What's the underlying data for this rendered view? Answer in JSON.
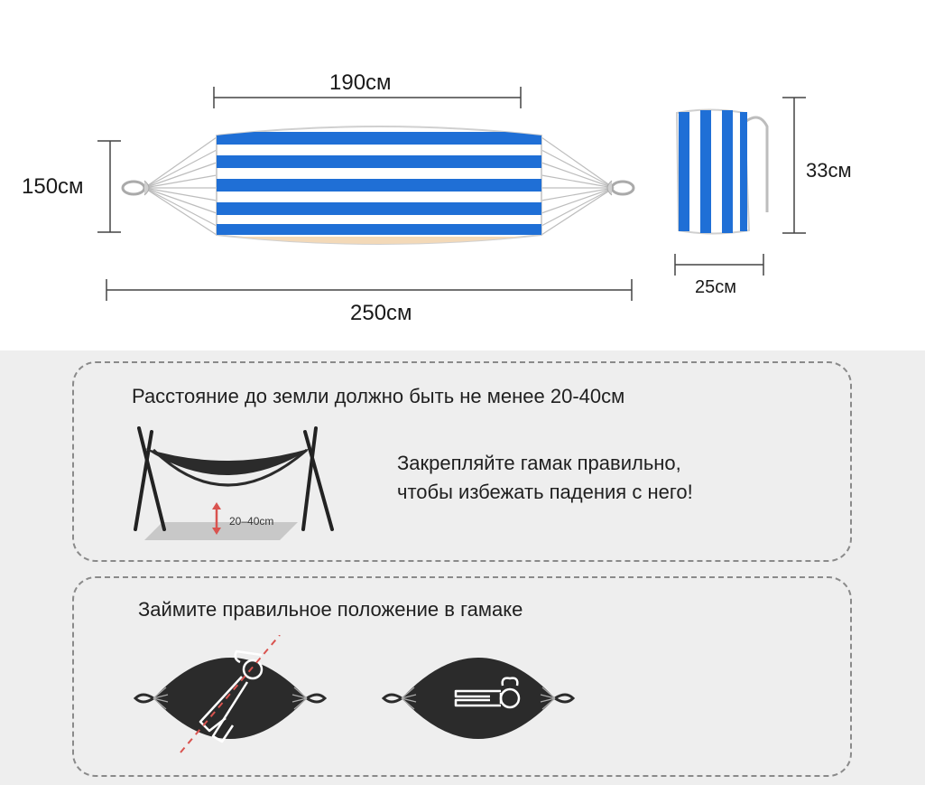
{
  "dimensions": {
    "length_bed": "190см",
    "width": "150см",
    "length_total": "250см",
    "bag_height": "33см",
    "bag_width": "25см"
  },
  "colors": {
    "stripe_blue": "#1f6fd6",
    "stripe_white": "#ffffff",
    "panel_bg": "#eeeeee",
    "dark": "#2b2b2b",
    "red_dashed": "#d9534f"
  },
  "info_ground": {
    "title": "Расстояние до земли должно быть не менее 20-40см",
    "note_line1": "Закрепляйте гамак правильно,",
    "note_line2": "чтобы избежать падения с него!",
    "diagram_label": "20–40cm"
  },
  "info_position": {
    "title": "Займите правильное положение в гамаке"
  },
  "icons": [
    "hammock-illustration",
    "bag-illustration",
    "hammock-stand-icon",
    "person-diagonal-icon",
    "person-straight-icon"
  ]
}
